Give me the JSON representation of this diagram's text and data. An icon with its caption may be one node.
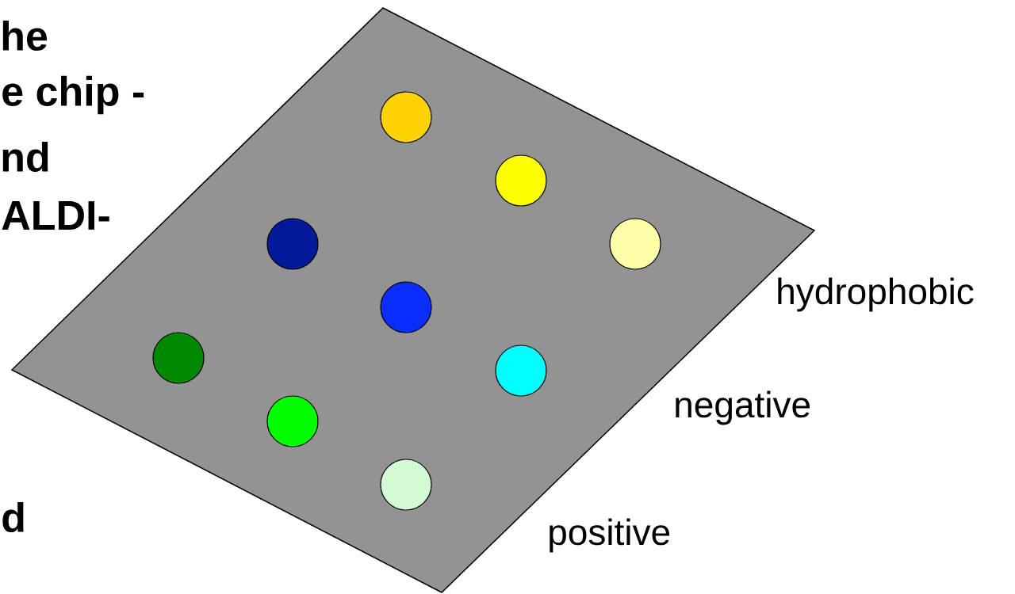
{
  "diagram": {
    "nodes": [
      {
        "text": [],
        "shape": "diamond"
      },
      {
        "text": [],
        "shape": "circle",
        "in": 0
      },
      {
        "text": [],
        "shape": "circle",
        "in": 0
      },
      {
        "text": [],
        "shape": "circle",
        "in": 0
      },
      {
        "text": [],
        "shape": "circle",
        "in": 0
      },
      {
        "text": [],
        "shape": "circle",
        "in": 0
      },
      {
        "text": [],
        "shape": "circle",
        "in": 0
      },
      {
        "text": [],
        "shape": "circle",
        "in": 0
      },
      {
        "text": [],
        "shape": "circle",
        "in": 0
      },
      {
        "text": [],
        "shape": "circle",
        "in": 0
      }
    ],
    "labels": [
      "he",
      "e chip -",
      "nd",
      "ALDI-",
      "d",
      "hydrophobic",
      "negative",
      "positive"
    ]
  }
}
